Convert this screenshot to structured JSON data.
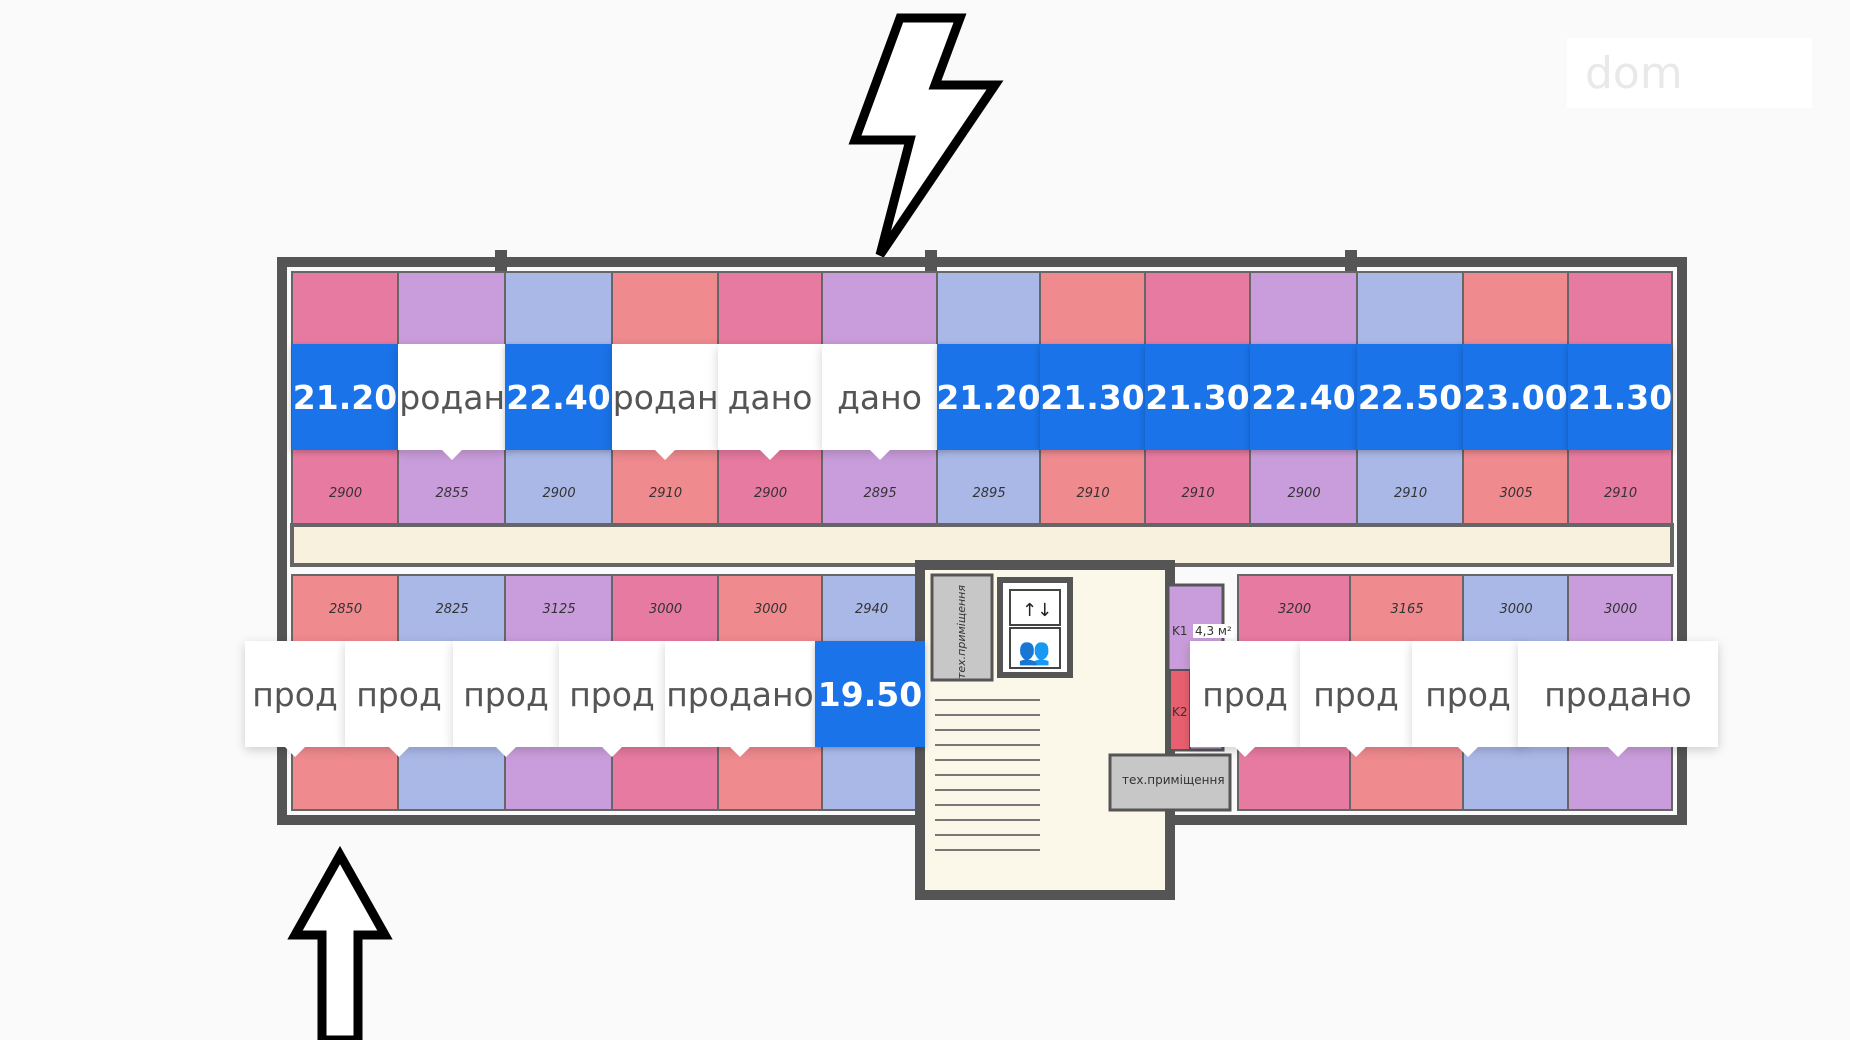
{
  "watermark": "dom",
  "top_units": [
    {
      "price": "21.20",
      "status": "price",
      "area": "2900",
      "color": "#e77aa0"
    },
    {
      "price": "продано",
      "status": "sold",
      "area": "2855",
      "color": "#c99ddb"
    },
    {
      "price": "22.40",
      "status": "price",
      "area": "2900",
      "color": "#aab8e8"
    },
    {
      "price": "продано",
      "status": "sold",
      "area": "2910",
      "color": "#ef8a8f"
    },
    {
      "price": "дано",
      "status": "sold",
      "area": "2900",
      "color": "#e77aa0"
    },
    {
      "price": "дано",
      "status": "sold",
      "area": "2895",
      "color": "#c99ddb"
    },
    {
      "price": "21.20",
      "status": "price",
      "area": "2895",
      "color": "#aab8e8"
    },
    {
      "price": "21.30",
      "status": "price",
      "area": "2910",
      "color": "#ef8a8f"
    },
    {
      "price": "21.30",
      "status": "price",
      "area": "2910",
      "color": "#e77aa0"
    },
    {
      "price": "22.40",
      "status": "price",
      "area": "2900",
      "color": "#c99ddb"
    },
    {
      "price": "22.50",
      "status": "price",
      "area": "2910",
      "color": "#aab8e8"
    },
    {
      "price": "23.00",
      "status": "price",
      "area": "3005",
      "color": "#ef8a8f"
    },
    {
      "price": "21.30",
      "status": "price",
      "area": "2910",
      "color": "#e77aa0"
    }
  ],
  "bottom_units": [
    {
      "price": "прод",
      "status": "sold",
      "area": "2850",
      "color": "#ef8a8f"
    },
    {
      "price": "прод",
      "status": "sold",
      "area": "2825",
      "color": "#aab8e8"
    },
    {
      "price": "прод",
      "status": "sold",
      "area": "3125",
      "color": "#c99ddb"
    },
    {
      "price": "прод",
      "status": "sold",
      "area": "3000",
      "color": "#e77aa0"
    },
    {
      "price": "продано",
      "status": "sold",
      "area": "3000",
      "color": "#ef8a8f"
    },
    {
      "price": "19.50",
      "status": "price",
      "area": "2940",
      "color": "#aab8e8"
    },
    {
      "price": "прод",
      "status": "sold",
      "area": "3200",
      "color": "#e77aa0"
    },
    {
      "price": "прод",
      "status": "sold",
      "area": "3165",
      "color": "#ef8a8f"
    },
    {
      "price": "прод",
      "status": "sold",
      "area": "3000",
      "color": "#aab8e8"
    },
    {
      "price": "продано",
      "status": "sold",
      "area": "3000",
      "color": "#c99ddb"
    }
  ],
  "core": {
    "tech_room_1": "тех.приміщення",
    "tech_room_2": "тех.приміщення",
    "storage_area": "4,3 м²",
    "room_k1": "K1",
    "room_k2": "K2"
  }
}
